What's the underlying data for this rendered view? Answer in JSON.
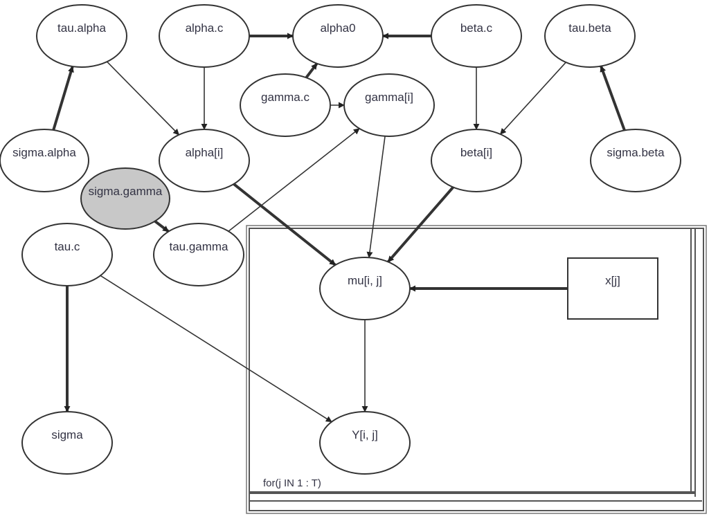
{
  "diagram": {
    "type": "directed-graphical-model",
    "nodes": [
      {
        "id": "tau_alpha",
        "label": "tau.alpha",
        "shape": "ellipse",
        "shaded": false
      },
      {
        "id": "alpha_c",
        "label": "alpha.c",
        "shape": "ellipse",
        "shaded": false
      },
      {
        "id": "alpha0",
        "label": "alpha0",
        "shape": "ellipse",
        "shaded": false
      },
      {
        "id": "beta_c",
        "label": "beta.c",
        "shape": "ellipse",
        "shaded": false
      },
      {
        "id": "tau_beta",
        "label": "tau.beta",
        "shape": "ellipse",
        "shaded": false
      },
      {
        "id": "gamma_c",
        "label": "gamma.c",
        "shape": "ellipse",
        "shaded": false
      },
      {
        "id": "gamma_i",
        "label": "gamma[i]",
        "shape": "ellipse",
        "shaded": false
      },
      {
        "id": "sigma_alpha",
        "label": "sigma.alpha",
        "shape": "ellipse",
        "shaded": false
      },
      {
        "id": "alpha_i",
        "label": "alpha[i]",
        "shape": "ellipse",
        "shaded": false
      },
      {
        "id": "beta_i",
        "label": "beta[i]",
        "shape": "ellipse",
        "shaded": false
      },
      {
        "id": "sigma_beta",
        "label": "sigma.beta",
        "shape": "ellipse",
        "shaded": false
      },
      {
        "id": "sigma_gamma",
        "label": "sigma.gamma",
        "shape": "ellipse",
        "shaded": true
      },
      {
        "id": "tau_c",
        "label": "tau.c",
        "shape": "ellipse",
        "shaded": false
      },
      {
        "id": "tau_gamma",
        "label": "tau.gamma",
        "shape": "ellipse",
        "shaded": false
      },
      {
        "id": "mu_ij",
        "label": "mu[i, j]",
        "shape": "ellipse",
        "shaded": false
      },
      {
        "id": "x_j",
        "label": "x[j]",
        "shape": "rect",
        "shaded": false
      },
      {
        "id": "sigma",
        "label": "sigma",
        "shape": "ellipse",
        "shaded": false
      },
      {
        "id": "y_ij",
        "label": "Y[i, j]",
        "shape": "ellipse",
        "shaded": false
      }
    ],
    "edges": [
      {
        "from": "sigma_alpha",
        "to": "tau_alpha",
        "style": "logical"
      },
      {
        "from": "tau_alpha",
        "to": "alpha_i",
        "style": "stochastic"
      },
      {
        "from": "alpha_c",
        "to": "alpha_i",
        "style": "stochastic"
      },
      {
        "from": "alpha_c",
        "to": "alpha0",
        "style": "logical"
      },
      {
        "from": "beta_c",
        "to": "alpha0",
        "style": "logical"
      },
      {
        "from": "gamma_c",
        "to": "alpha0",
        "style": "logical"
      },
      {
        "from": "gamma_c",
        "to": "gamma_i",
        "style": "stochastic"
      },
      {
        "from": "tau_gamma",
        "to": "gamma_i",
        "style": "stochastic"
      },
      {
        "from": "sigma_gamma",
        "to": "tau_gamma",
        "style": "logical"
      },
      {
        "from": "beta_c",
        "to": "beta_i",
        "style": "stochastic"
      },
      {
        "from": "tau_beta",
        "to": "beta_i",
        "style": "stochastic"
      },
      {
        "from": "sigma_beta",
        "to": "tau_beta",
        "style": "logical"
      },
      {
        "from": "alpha_i",
        "to": "mu_ij",
        "style": "logical"
      },
      {
        "from": "gamma_i",
        "to": "mu_ij",
        "style": "stochastic"
      },
      {
        "from": "beta_i",
        "to": "mu_ij",
        "style": "logical"
      },
      {
        "from": "x_j",
        "to": "mu_ij",
        "style": "logical"
      },
      {
        "from": "mu_ij",
        "to": "y_ij",
        "style": "stochastic"
      },
      {
        "from": "tau_c",
        "to": "y_ij",
        "style": "stochastic"
      },
      {
        "from": "tau_c",
        "to": "sigma",
        "style": "logical"
      }
    ],
    "plate": {
      "label": "for(j IN 1 : T)",
      "contains": [
        "mu_ij",
        "x_j",
        "y_ij"
      ]
    }
  }
}
